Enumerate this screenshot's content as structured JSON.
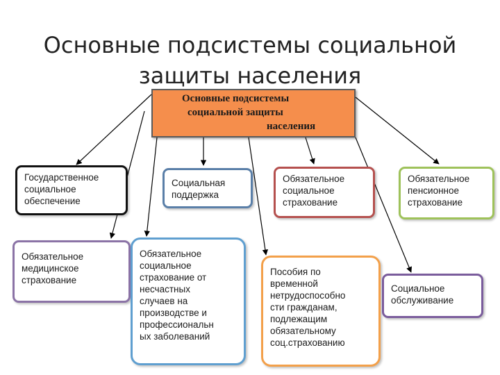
{
  "title": [
    "Основные подсистемы социальной",
    "защиты населения"
  ],
  "center_box": [
    "Основные  подсистемы",
    "социальной защиты",
    "населения"
  ],
  "boxes": {
    "gos": [
      "Государственное",
      "социальное",
      "обеспечение"
    ],
    "support": [
      "Социальная",
      "поддержка"
    ],
    "oss": [
      "Обязательное",
      "социальное",
      "страхование"
    ],
    "pension": [
      "Обязательное",
      "пенсионное",
      "страхование"
    ],
    "med": [
      "Обязательное",
      "медицинское",
      "страхование"
    ],
    "accident": [
      "Обязательное",
      "социальное",
      "страхование от",
      "несчастных",
      "случаев на",
      "производстве и",
      "профессиональн",
      "ых заболеваний"
    ],
    "benefits": [
      "Пособия по",
      "временной",
      "нетрудоспособно",
      "сти гражданам,",
      "подлежащим",
      "обязательному",
      "соц.страхованию"
    ],
    "service": [
      "Социальное",
      "обслуживание"
    ]
  },
  "colors": {
    "center_fill": "#f58e4c",
    "gos_border": "#111111",
    "support_border": "#5a7fa8",
    "oss_border": "#b5504e",
    "pension_border": "#9ec25a",
    "med_border": "#8b73a6",
    "accident_border": "#5f9fd0",
    "benefits_border": "#f3a04a",
    "service_border": "#7a5c9c"
  }
}
